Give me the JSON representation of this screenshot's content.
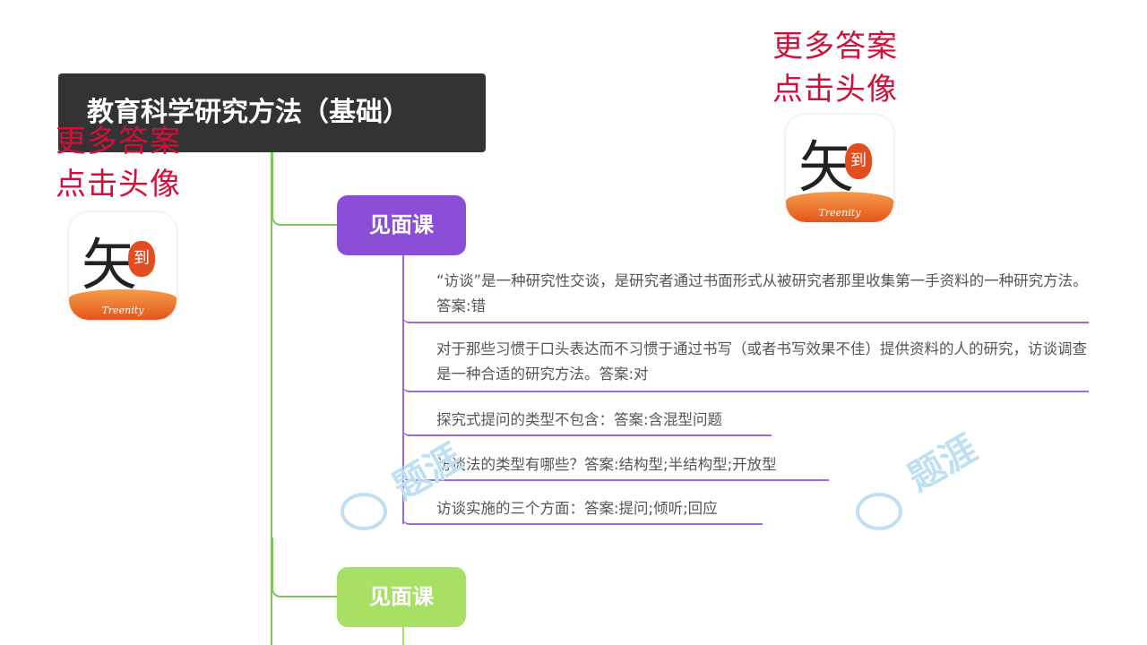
{
  "title": "教育科学研究方法（基础）",
  "overlay": {
    "line1": "更多答案",
    "line2": "点击头像"
  },
  "logo": {
    "char": "矢",
    "seal": "到",
    "brand": "Treenity"
  },
  "watermark": "题涯",
  "nodes": [
    {
      "label": "见面课",
      "color": "#8a4fd6"
    },
    {
      "label": "见面课",
      "color": "#a8e063"
    }
  ],
  "items": [
    {
      "text": "“访谈”是一种研究性交谈，是研究者通过书面形式从被研究者那里收集第一手资料的一种研究方法。答案:错"
    },
    {
      "text": "对于那些习惯于口头表达而不习惯于通过书写（或者书写效果不佳）提供资料的人的研究，访谈调查是一种合适的研究方法。答案:对"
    },
    {
      "text": "探究式提问的类型不包含：答案:含混型问题"
    },
    {
      "text": "访谈法的类型有哪些？答案:结构型;半结构型;开放型"
    },
    {
      "text": "访谈实施的三个方面：答案:提问;倾听;回应"
    }
  ]
}
